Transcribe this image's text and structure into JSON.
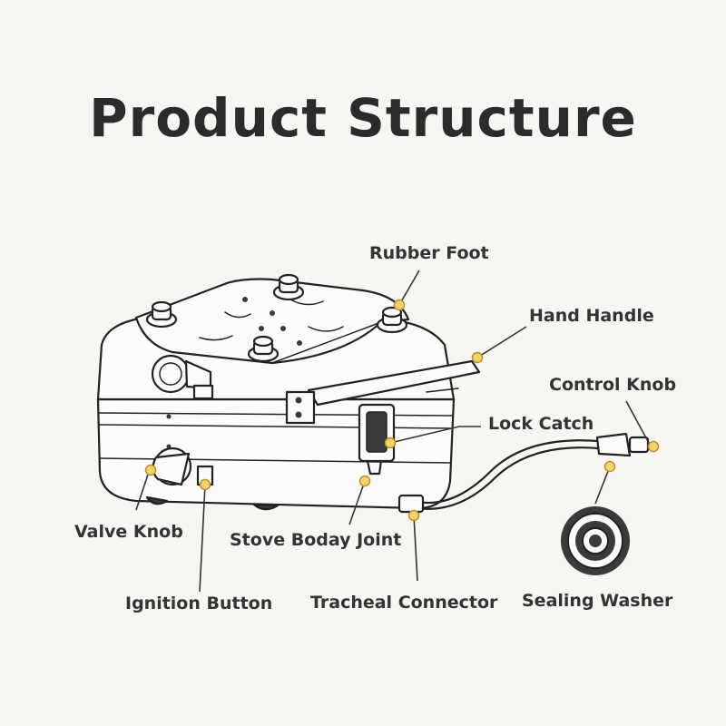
{
  "title": "Product Structure",
  "labels": {
    "rubber_foot": "Rubber Foot",
    "hand_handle": "Hand Handle",
    "control_knob": "Control Knob",
    "lock_catch": "Lock Catch",
    "valve_knob": "Valve Knob",
    "stove_body_joint": "Stove Boday Joint",
    "ignition_button": "Ignition Button",
    "tracheal_connector": "Tracheal Connector",
    "sealing_washer": "Sealing Washer"
  },
  "colors": {
    "callout_dot": "#f4d36b",
    "line": "#222222",
    "text": "#333333",
    "background": "#f7f6f3"
  }
}
